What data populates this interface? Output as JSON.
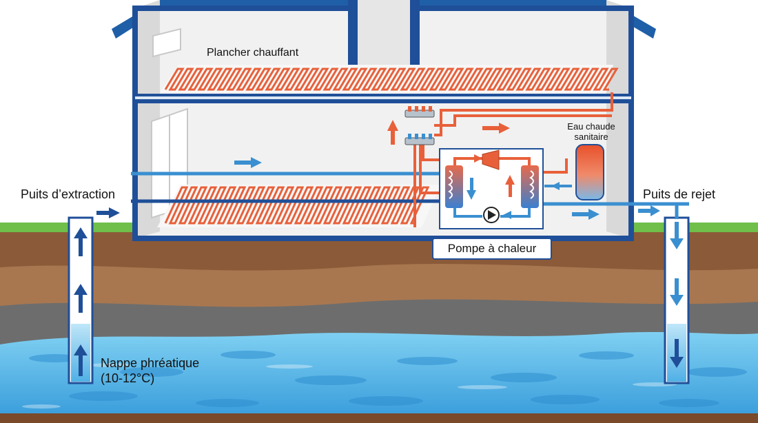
{
  "labels": {
    "underfloor_heating": "Plancher chauffant",
    "extraction_well": "Puits d’extraction",
    "discharge_well": "Puits de rejet",
    "hot_water_line1": "Eau chaude",
    "hot_water_line2": "sanitaire",
    "heat_pump": "Pompe à chaleur",
    "aquifer_line1": "Nappe phréatique",
    "aquifer_line2": "(10-12°C)"
  },
  "colors": {
    "house_frame": "#1f4f98",
    "roof": "#1f5fa8",
    "wall": "#eeeeee",
    "heating_pipe": "#e8603a",
    "cold_pipe": "#3a8fd0",
    "grass": "#6fbf4a",
    "soil_top": "#8a5a3a",
    "soil_mid": "#a77a55",
    "rock": "#6e6e6e",
    "water": "#5cb8e8",
    "water_dark": "#2e86c8"
  },
  "icons": [
    "up-arrow-icon",
    "down-arrow-icon",
    "right-arrow-icon",
    "compressor-icon",
    "pump-icon",
    "manifold-icon",
    "heat-exchanger-icon",
    "hot-water-tank-icon"
  ]
}
